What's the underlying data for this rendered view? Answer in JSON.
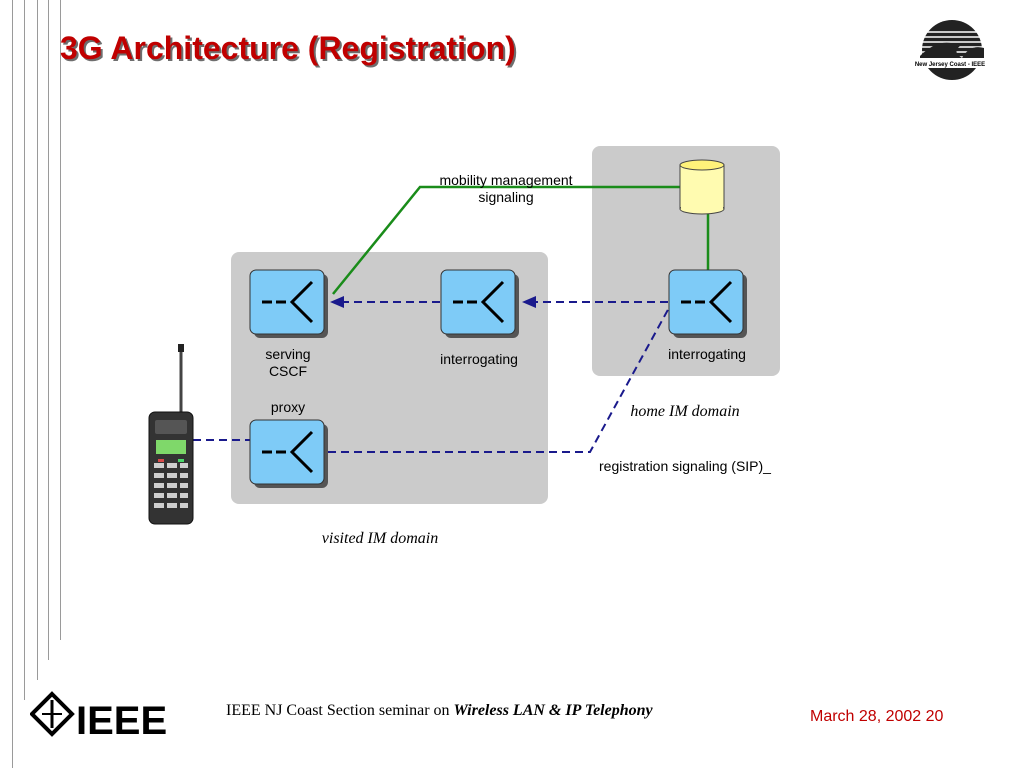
{
  "slide": {
    "title": "3G Architecture (Registration)"
  },
  "logo": {
    "text": "New Jersey Coast - IEEE",
    "icon": "wave-circle-logo"
  },
  "diagram": {
    "mobility_label": "mobility management\nsignaling",
    "serving_label": "serving\nCSCF",
    "interrogating_visited_label": "interrogating",
    "interrogating_home_label": "interrogating",
    "proxy_label": "proxy",
    "home_domain": "home IM domain",
    "visited_domain": "visited IM domain",
    "registration_label": "registration signaling (SIP)_",
    "colors": {
      "domain_box": "#cbcbcb",
      "node_fill": "#7ecbf7",
      "mobility_line": "#1a8c1a",
      "sip_line": "#1a1a8c",
      "database_fill": "#fffbb0"
    }
  },
  "footer": {
    "text_prefix": "IEEE NJ Coast Section seminar on ",
    "text_emphasis": "Wireless LAN & IP Telephony",
    "date": "March 28, 2002",
    "page": "20",
    "ieee_logo": "IEEE"
  }
}
